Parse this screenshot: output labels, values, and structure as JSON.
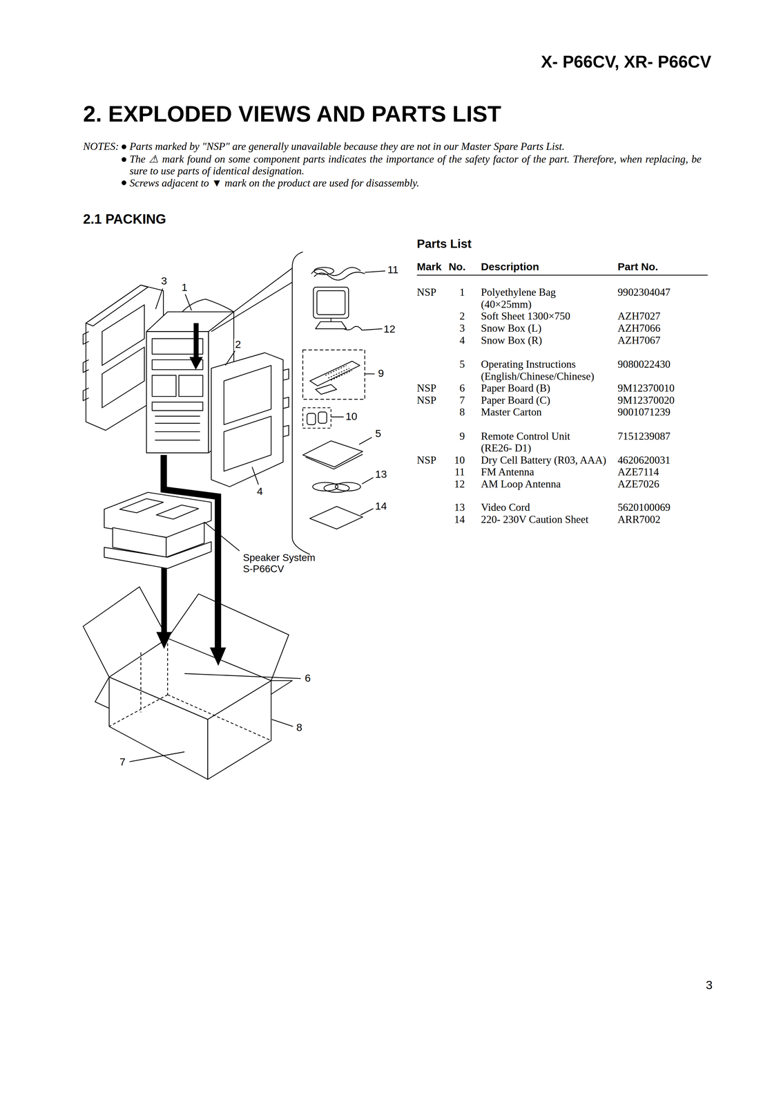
{
  "diagram": {
    "title": "2. EXPLODED VIEWS AND PARTS LIST",
    "labels": [
      "X- P66CV, XR- P66CV",
      "NOTES:",
      "Parts marked by \"NSP\" are generally unavailable because they are not in our Master Spare Parts List.",
      "The ⚠ mark found on some component parts indicates the importance of the safety factor of the part. Therefore, when replacing, be sure to use parts of identical designation.",
      "Screws adjacent to ▼ mark on the product are used for disassembly.",
      "2.1 PACKING",
      "Parts List",
      "Mark",
      "No.",
      "Description",
      "Part No.",
      "NSP",
      "1",
      "Polyethylene Bag (40×25mm)",
      "9902304047",
      "2",
      "Soft Sheet 1300×750",
      "AZH7027",
      "3",
      "Snow Box (L)",
      "AZH7066",
      "4",
      "Snow Box (R)",
      "AZH7067",
      "5",
      "Operating Instructions (English/Chinese/Chinese)",
      "9080022430",
      "NSP",
      "6",
      "Paper Board (B)",
      "9M12370010",
      "NSP",
      "7",
      "Paper Board (C)",
      "9M12370020",
      "8",
      "Master Carton",
      "9001071239",
      "9",
      "Remote Control Unit (RE26- D1)",
      "7151239087",
      "NSP",
      "10",
      "Dry Cell Battery (R03, AAA)",
      "4620620031",
      "11",
      "FM Antenna",
      "AZE7114",
      "12",
      "AM Loop Antenna",
      "AZE7026",
      "13",
      "Video Cord",
      "5620100069",
      "14",
      "220- 230V Caution Sheet",
      "ARR7002",
      "3",
      "1",
      "2",
      "4",
      "11",
      "12",
      "9",
      "10",
      "5",
      "13",
      "14",
      "6",
      "8",
      "7",
      "Speaker System S-P66CV",
      "3"
    ]
  }
}
